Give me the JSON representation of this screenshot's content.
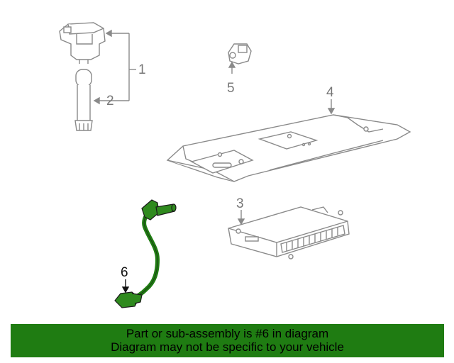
{
  "callouts": [
    "1",
    "2",
    "3",
    "4",
    "5",
    "6"
  ],
  "banner": {
    "line1": "Part or sub-assembly is #6 in diagram",
    "line2": "Diagram may not be specific to your vehicle"
  },
  "highlight": {
    "part": "6",
    "color": "#1f7c12"
  }
}
